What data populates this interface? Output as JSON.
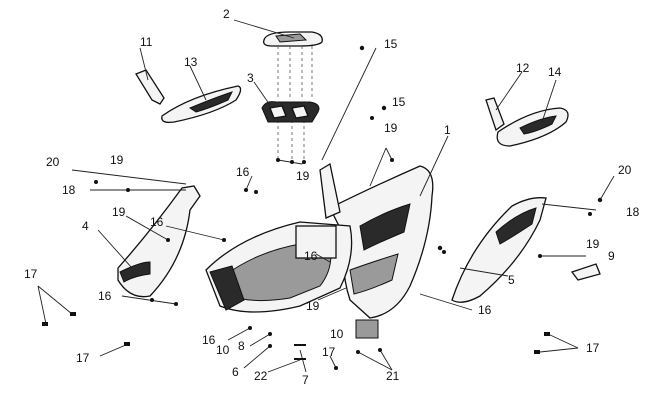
{
  "callouts": [
    {
      "id": "c1",
      "text": "1"
    },
    {
      "id": "c2",
      "text": "2"
    },
    {
      "id": "c3",
      "text": "3"
    },
    {
      "id": "c4",
      "text": "4"
    },
    {
      "id": "c5",
      "text": "5"
    },
    {
      "id": "c6",
      "text": "6"
    },
    {
      "id": "c7",
      "text": "7"
    },
    {
      "id": "c8",
      "text": "8"
    },
    {
      "id": "c9",
      "text": "9"
    },
    {
      "id": "c10a",
      "text": "10"
    },
    {
      "id": "c10b",
      "text": "10"
    },
    {
      "id": "c11",
      "text": "11"
    },
    {
      "id": "c12",
      "text": "12"
    },
    {
      "id": "c13",
      "text": "13"
    },
    {
      "id": "c14",
      "text": "14"
    },
    {
      "id": "c15a",
      "text": "15"
    },
    {
      "id": "c15b",
      "text": "15"
    },
    {
      "id": "c16a",
      "text": "16"
    },
    {
      "id": "c16b",
      "text": "16"
    },
    {
      "id": "c16c",
      "text": "16"
    },
    {
      "id": "c16d",
      "text": "16"
    },
    {
      "id": "c16e",
      "text": "16"
    },
    {
      "id": "c16f",
      "text": "16"
    },
    {
      "id": "c17a",
      "text": "17"
    },
    {
      "id": "c17b",
      "text": "17"
    },
    {
      "id": "c17c",
      "text": "17"
    },
    {
      "id": "c17d",
      "text": "17"
    },
    {
      "id": "c18a",
      "text": "18"
    },
    {
      "id": "c18b",
      "text": "18"
    },
    {
      "id": "c19a",
      "text": "19"
    },
    {
      "id": "c19b",
      "text": "19"
    },
    {
      "id": "c19c",
      "text": "19"
    },
    {
      "id": "c19d",
      "text": "19"
    },
    {
      "id": "c19e",
      "text": "19"
    },
    {
      "id": "c19f",
      "text": "19"
    },
    {
      "id": "c20a",
      "text": "20"
    },
    {
      "id": "c20b",
      "text": "20"
    },
    {
      "id": "c21",
      "text": "21"
    },
    {
      "id": "c22",
      "text": "22"
    }
  ]
}
